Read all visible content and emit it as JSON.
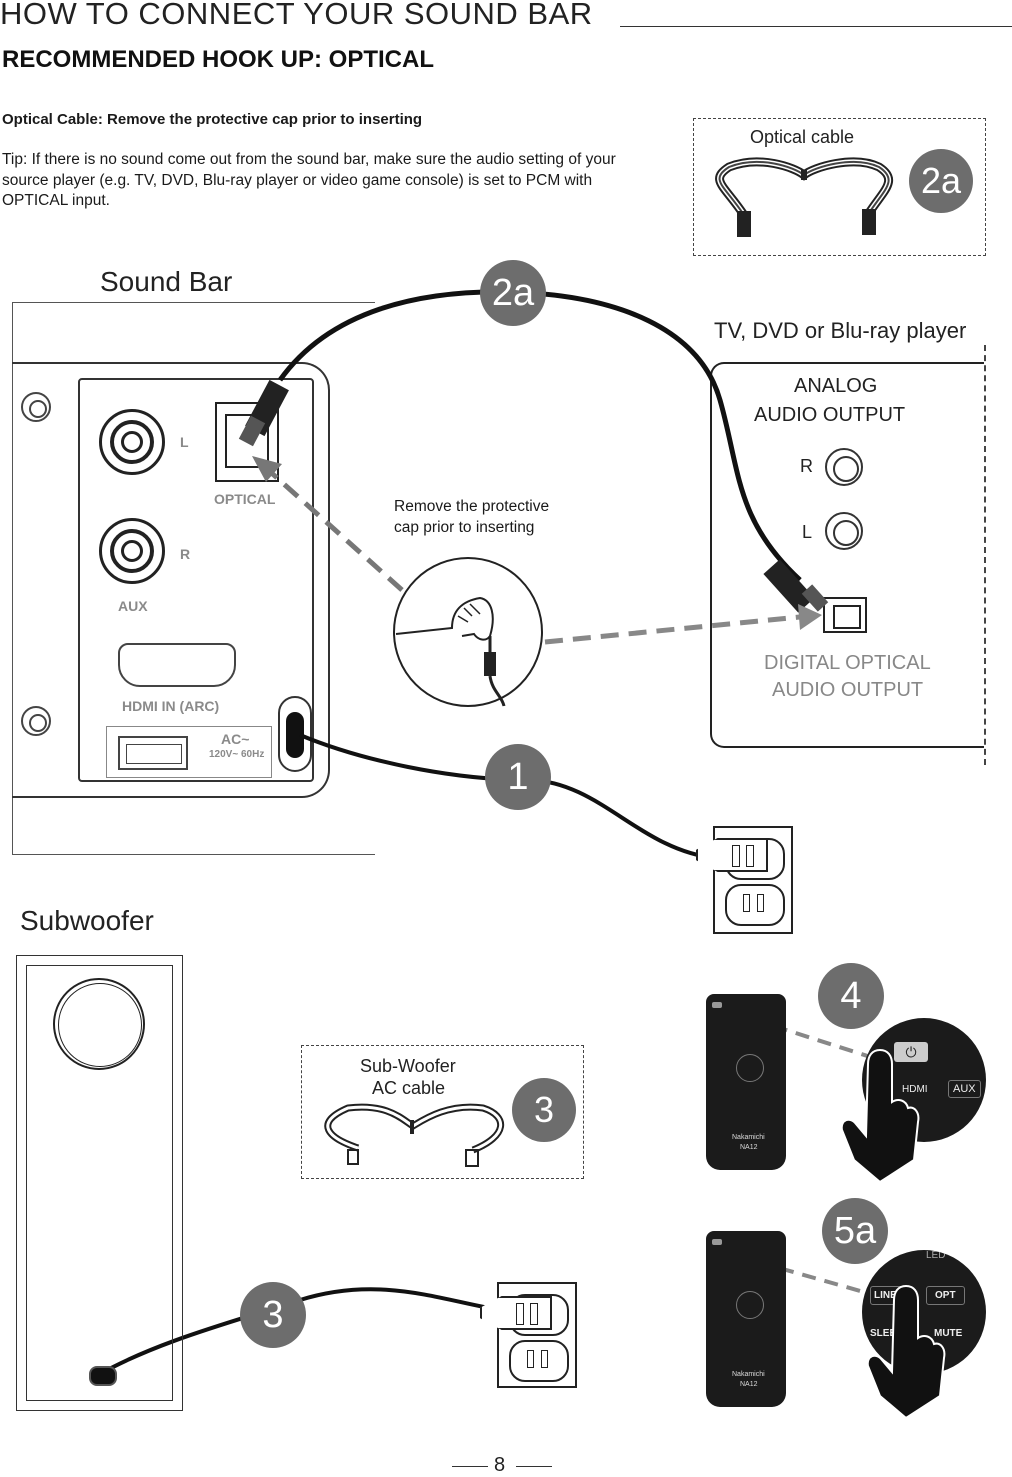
{
  "header": {
    "title": "HOW TO CONNECT YOUR SOUND BAR",
    "section_title": "RECOMMENDED HOOK UP: OPTICAL",
    "cable_note": "Optical Cable: Remove the protective cap prior to inserting",
    "tip": "Tip: If there is no sound come out from the sound bar, make sure the audio setting of your source player (e.g. TV, DVD, Blu-ray player or video game console) is set to PCM with OPTICAL input."
  },
  "optical_cable_box": {
    "label": "Optical cable",
    "step": "2a"
  },
  "soundbar": {
    "heading": "Sound Bar",
    "ports": {
      "left": "L",
      "right": "R",
      "aux": "AUX",
      "optical": "OPTICAL",
      "hdmi": "HDMI IN (ARC)",
      "ac": "AC~",
      "ac_spec": "120V~ 60Hz"
    }
  },
  "steps": {
    "optical": "2a",
    "power": "1",
    "sub_cable": "3",
    "sub_power": "3",
    "remote_power": "4",
    "remote_opt": "5a"
  },
  "cap_note": "Remove the protective cap prior to inserting",
  "player": {
    "heading": "TV, DVD or Blu-ray player",
    "analog_line1": "ANALOG",
    "analog_line2": "AUDIO OUTPUT",
    "right": "R",
    "left": "L",
    "digital_line1": "DIGITAL OPTICAL",
    "digital_line2": "AUDIO OUTPUT"
  },
  "subwoofer": {
    "heading": "Subwoofer"
  },
  "sub_cable_box": {
    "label_line1": "Sub-Woofer",
    "label_line2": "AC cable",
    "step": "3"
  },
  "remote": {
    "brand": "Nakamichi",
    "model": "NA12",
    "zoom_power": {
      "hdmi": "HDMI",
      "aux": "AUX"
    },
    "zoom_opt": {
      "line_in": "LINE IN",
      "opt": "OPT",
      "sleep": "SLEEP",
      "mute": "MUTE",
      "led": "LED"
    }
  },
  "footer": {
    "page_number": "8"
  }
}
